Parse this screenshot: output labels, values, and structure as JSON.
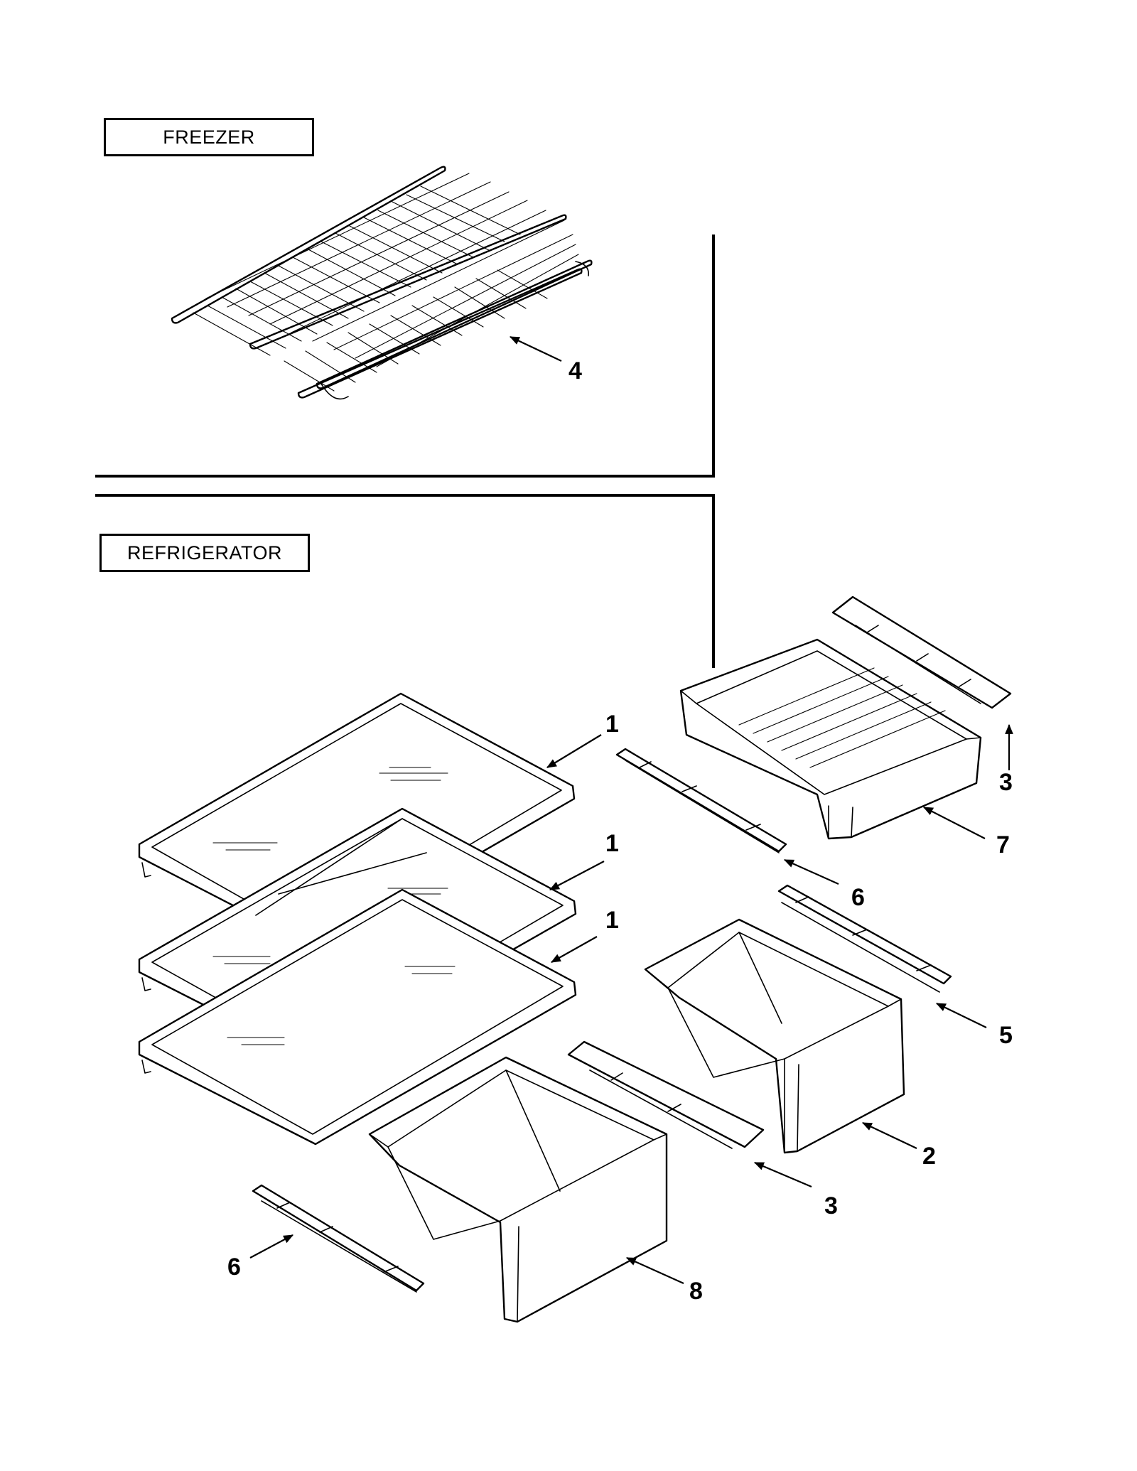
{
  "sections": {
    "freezer_label": "FREEZER",
    "refrigerator_label": "REFRIGERATOR"
  },
  "callouts": [
    {
      "id": "c4",
      "text": "4"
    },
    {
      "id": "c1a",
      "text": "1"
    },
    {
      "id": "c1b",
      "text": "1"
    },
    {
      "id": "c1c",
      "text": "1"
    },
    {
      "id": "c3a",
      "text": "3"
    },
    {
      "id": "c7",
      "text": "7"
    },
    {
      "id": "c6a",
      "text": "6"
    },
    {
      "id": "c5",
      "text": "5"
    },
    {
      "id": "c2",
      "text": "2"
    },
    {
      "id": "c3b",
      "text": "3"
    },
    {
      "id": "c6b",
      "text": "6"
    },
    {
      "id": "c8",
      "text": "8"
    }
  ]
}
